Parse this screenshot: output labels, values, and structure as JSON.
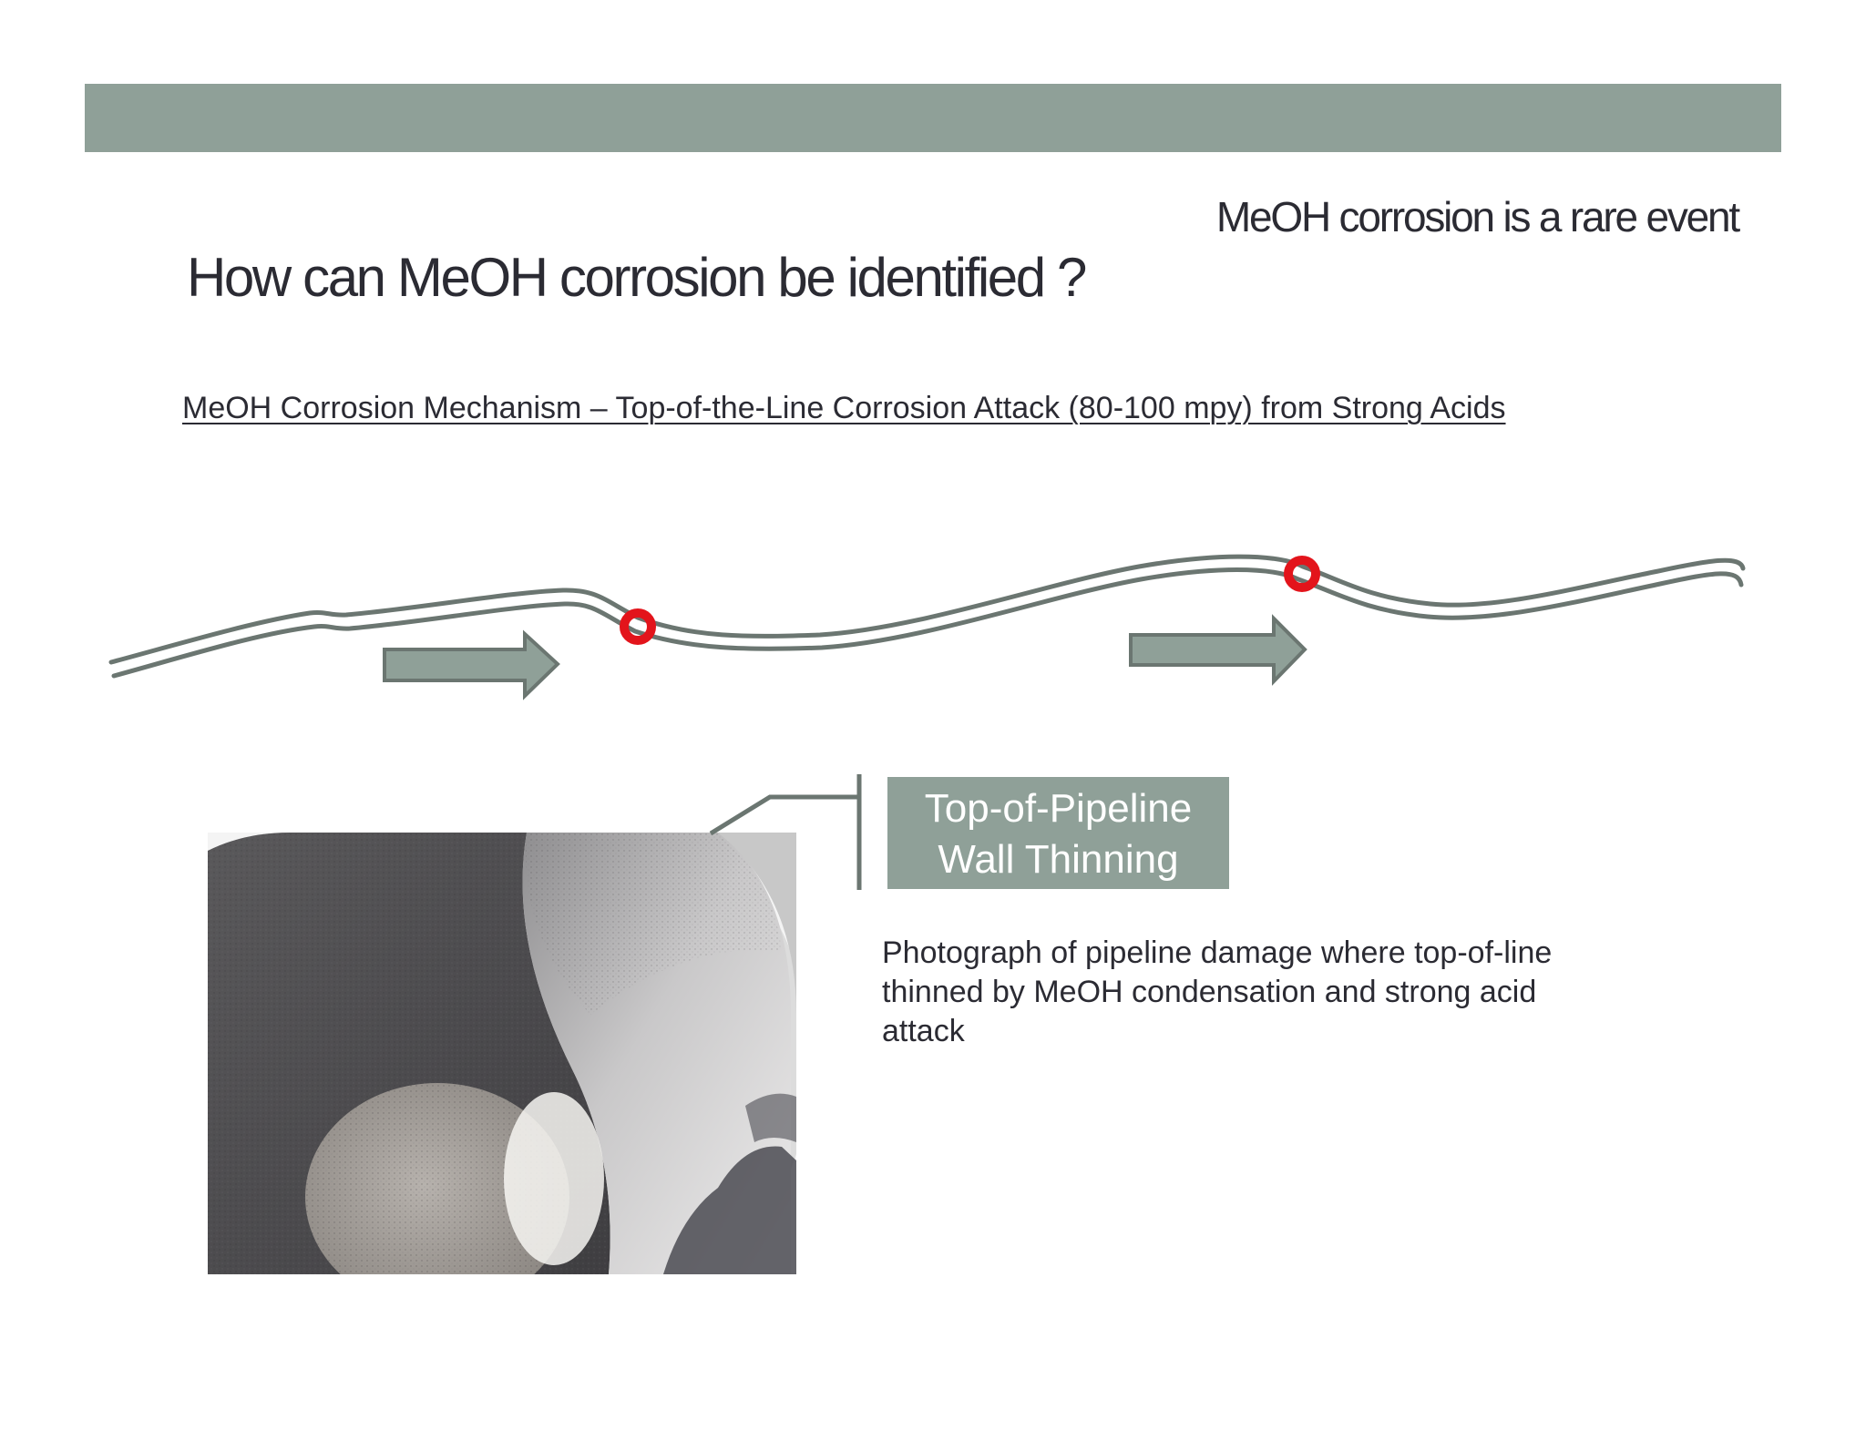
{
  "header": {
    "band_color": "#8fa098",
    "subtitle": "MeOH corrosion is a rare event",
    "title": "How can MeOH corrosion be identified ?"
  },
  "main": {
    "mechanism_heading": "MeOH Corrosion Mechanism – Top-of-the-Line Corrosion Attack (80-100 mpy) from Strong Acids",
    "diagram": {
      "pipe_color": "#6b7671",
      "arrow_fill": "#8fa098",
      "marker_color": "#e3141b",
      "markers": [
        "corrosion-point-1",
        "corrosion-point-2"
      ],
      "arrows": [
        "flow-arrow-1",
        "flow-arrow-2"
      ]
    },
    "callout": {
      "label_line1": "Top-of-Pipeline",
      "label_line2": "Wall Thinning"
    },
    "caption": "Photograph of pipeline damage where top-of-line thinned by MeOH condensation and strong acid attack"
  }
}
